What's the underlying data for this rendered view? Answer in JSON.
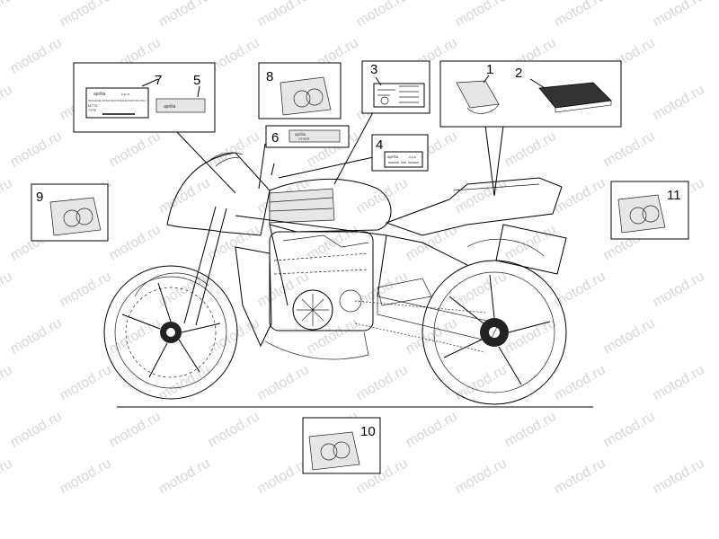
{
  "watermark": "motod.ru",
  "callouts": {
    "c1": "1",
    "c2": "2",
    "c3": "3",
    "c4": "4",
    "c5": "5",
    "c6": "6",
    "c7": "7",
    "c8": "8",
    "c9": "9",
    "c10": "10",
    "c11": "11"
  },
  "labels": {
    "aprilia": "aprilia",
    "spa": "s.p.a.",
    "decal7_line": "NOALE(VE) ZONA INDUSTRIALE PIANTONI ITALY",
    "decal7_mod": "MTTE",
    "decal7_type": "TYPE",
    "decal6_sub": "OTHER"
  }
}
